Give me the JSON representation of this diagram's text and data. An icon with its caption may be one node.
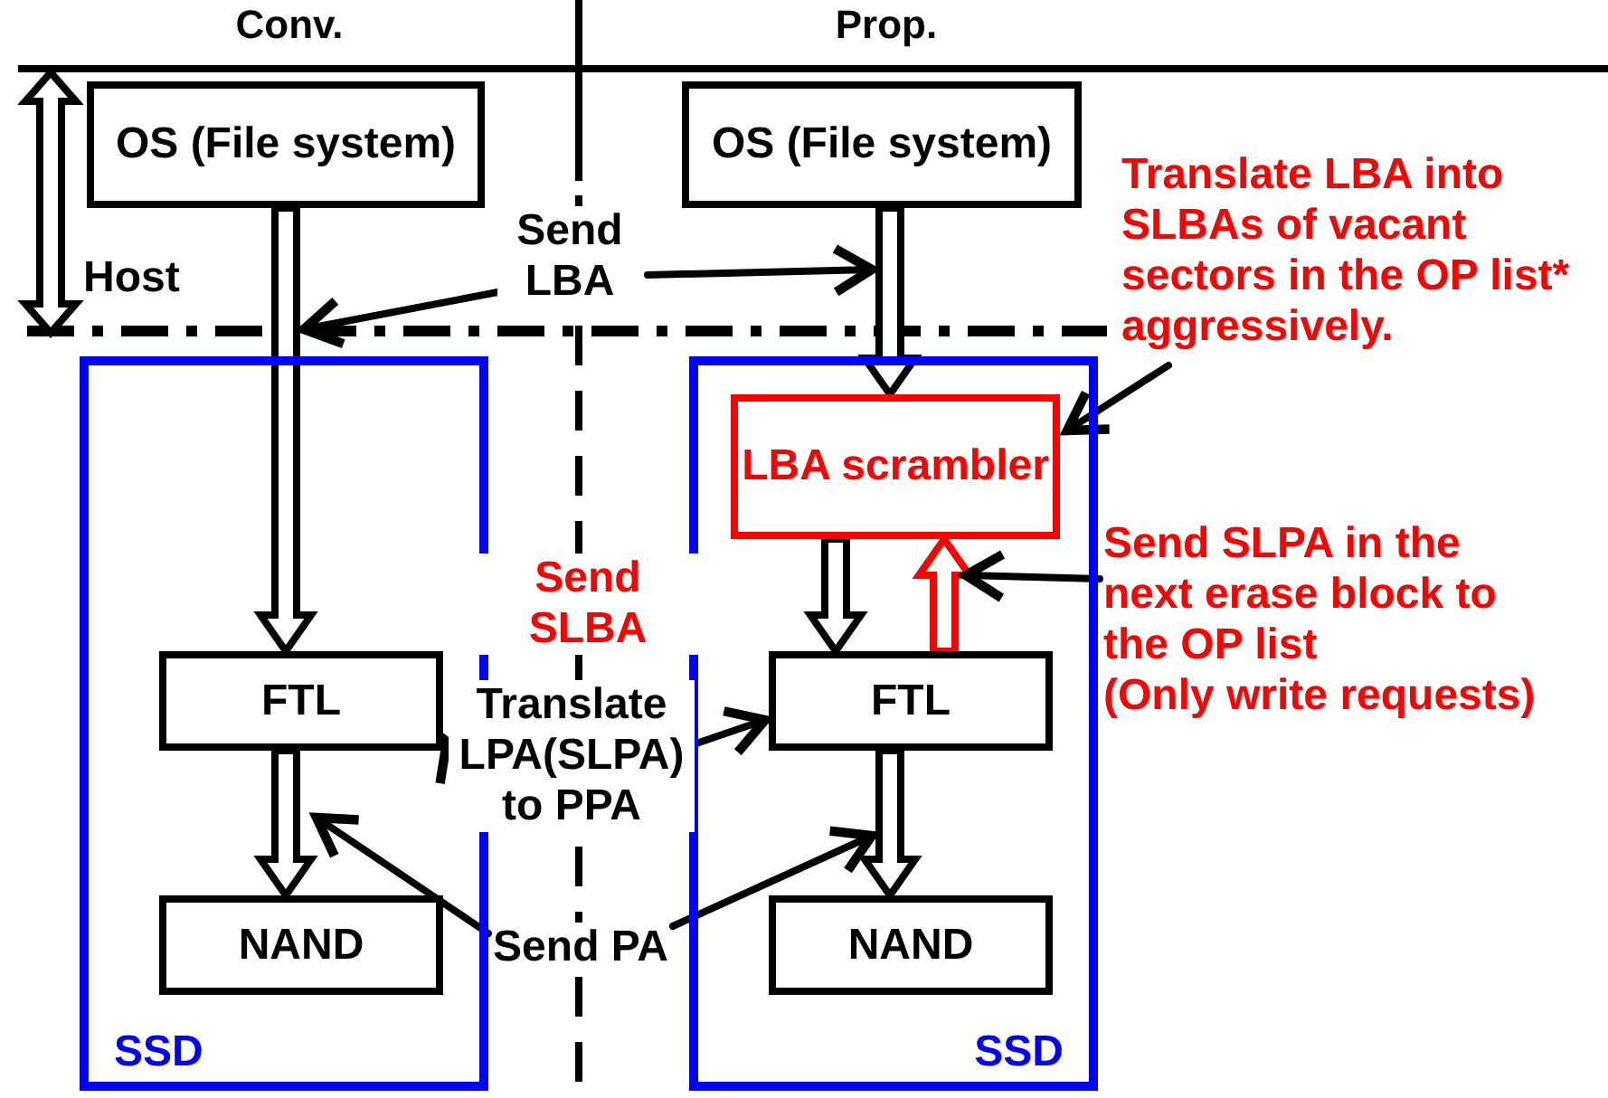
{
  "diagram": {
    "nodes": [
      {
        "text": [
          "OS (File system)"
        ]
      },
      {
        "text": [
          "SSD"
        ]
      },
      {
        "text": [
          "FTL"
        ],
        "in": 1
      },
      {
        "text": [
          "NAND"
        ],
        "in": 1
      },
      {
        "text": [
          "OS (File system)"
        ]
      },
      {
        "text": [
          "SSD"
        ]
      },
      {
        "text": [
          "LBA scrambler"
        ],
        "in": 5
      },
      {
        "text": [
          "FTL"
        ],
        "in": 5
      },
      {
        "text": [
          "NAND"
        ],
        "in": 5
      },
      {
        "text": [
          "Send LBA"
        ]
      },
      {
        "text": [
          "Translate LPA(SLPA) to PPA"
        ]
      },
      {
        "text": [
          "Send PA"
        ]
      },
      {
        "text": [
          "Translate LBA into SLBAs of vacant sectors in the OP list* aggressively."
        ]
      },
      {
        "text": [
          "Send SLPA in the next erase block to the OP list",
          "(Only write requests)"
        ]
      }
    ],
    "edges": [
      {
        "from": 0,
        "to": 2,
        "arrow": "to",
        "style": "thick"
      },
      {
        "from": 2,
        "to": 3,
        "arrow": "to",
        "style": "thick"
      },
      {
        "from": 4,
        "to": 6,
        "arrow": "to",
        "style": "thick"
      },
      {
        "from": 6,
        "to": 7,
        "arrow": "to",
        "style": "thick"
      },
      {
        "from": 7,
        "to": 6,
        "arrow": "to",
        "style": "thick",
        "color": "#ff0000"
      },
      {
        "from": 7,
        "to": 8,
        "arrow": "to",
        "style": "thick"
      },
      {
        "from": 9,
        "to": 1,
        "arrow": "to"
      },
      {
        "from": 9,
        "to": 4,
        "arrow": "to"
      },
      {
        "from": 10,
        "to": 2,
        "arrow": "to"
      },
      {
        "from": 10,
        "to": 7,
        "arrow": "to"
      },
      {
        "from": 11,
        "to": null,
        "arrow": "to"
      },
      {
        "from": 11,
        "to": 8,
        "arrow": "to"
      },
      {
        "from": 12,
        "to": 6,
        "arrow": "to"
      },
      {
        "from": 13,
        "to": 6,
        "arrow": "to"
      }
    ],
    "labels": [
      "Conv.",
      "Prop.",
      "Host",
      "Send SLBA"
    ]
  }
}
